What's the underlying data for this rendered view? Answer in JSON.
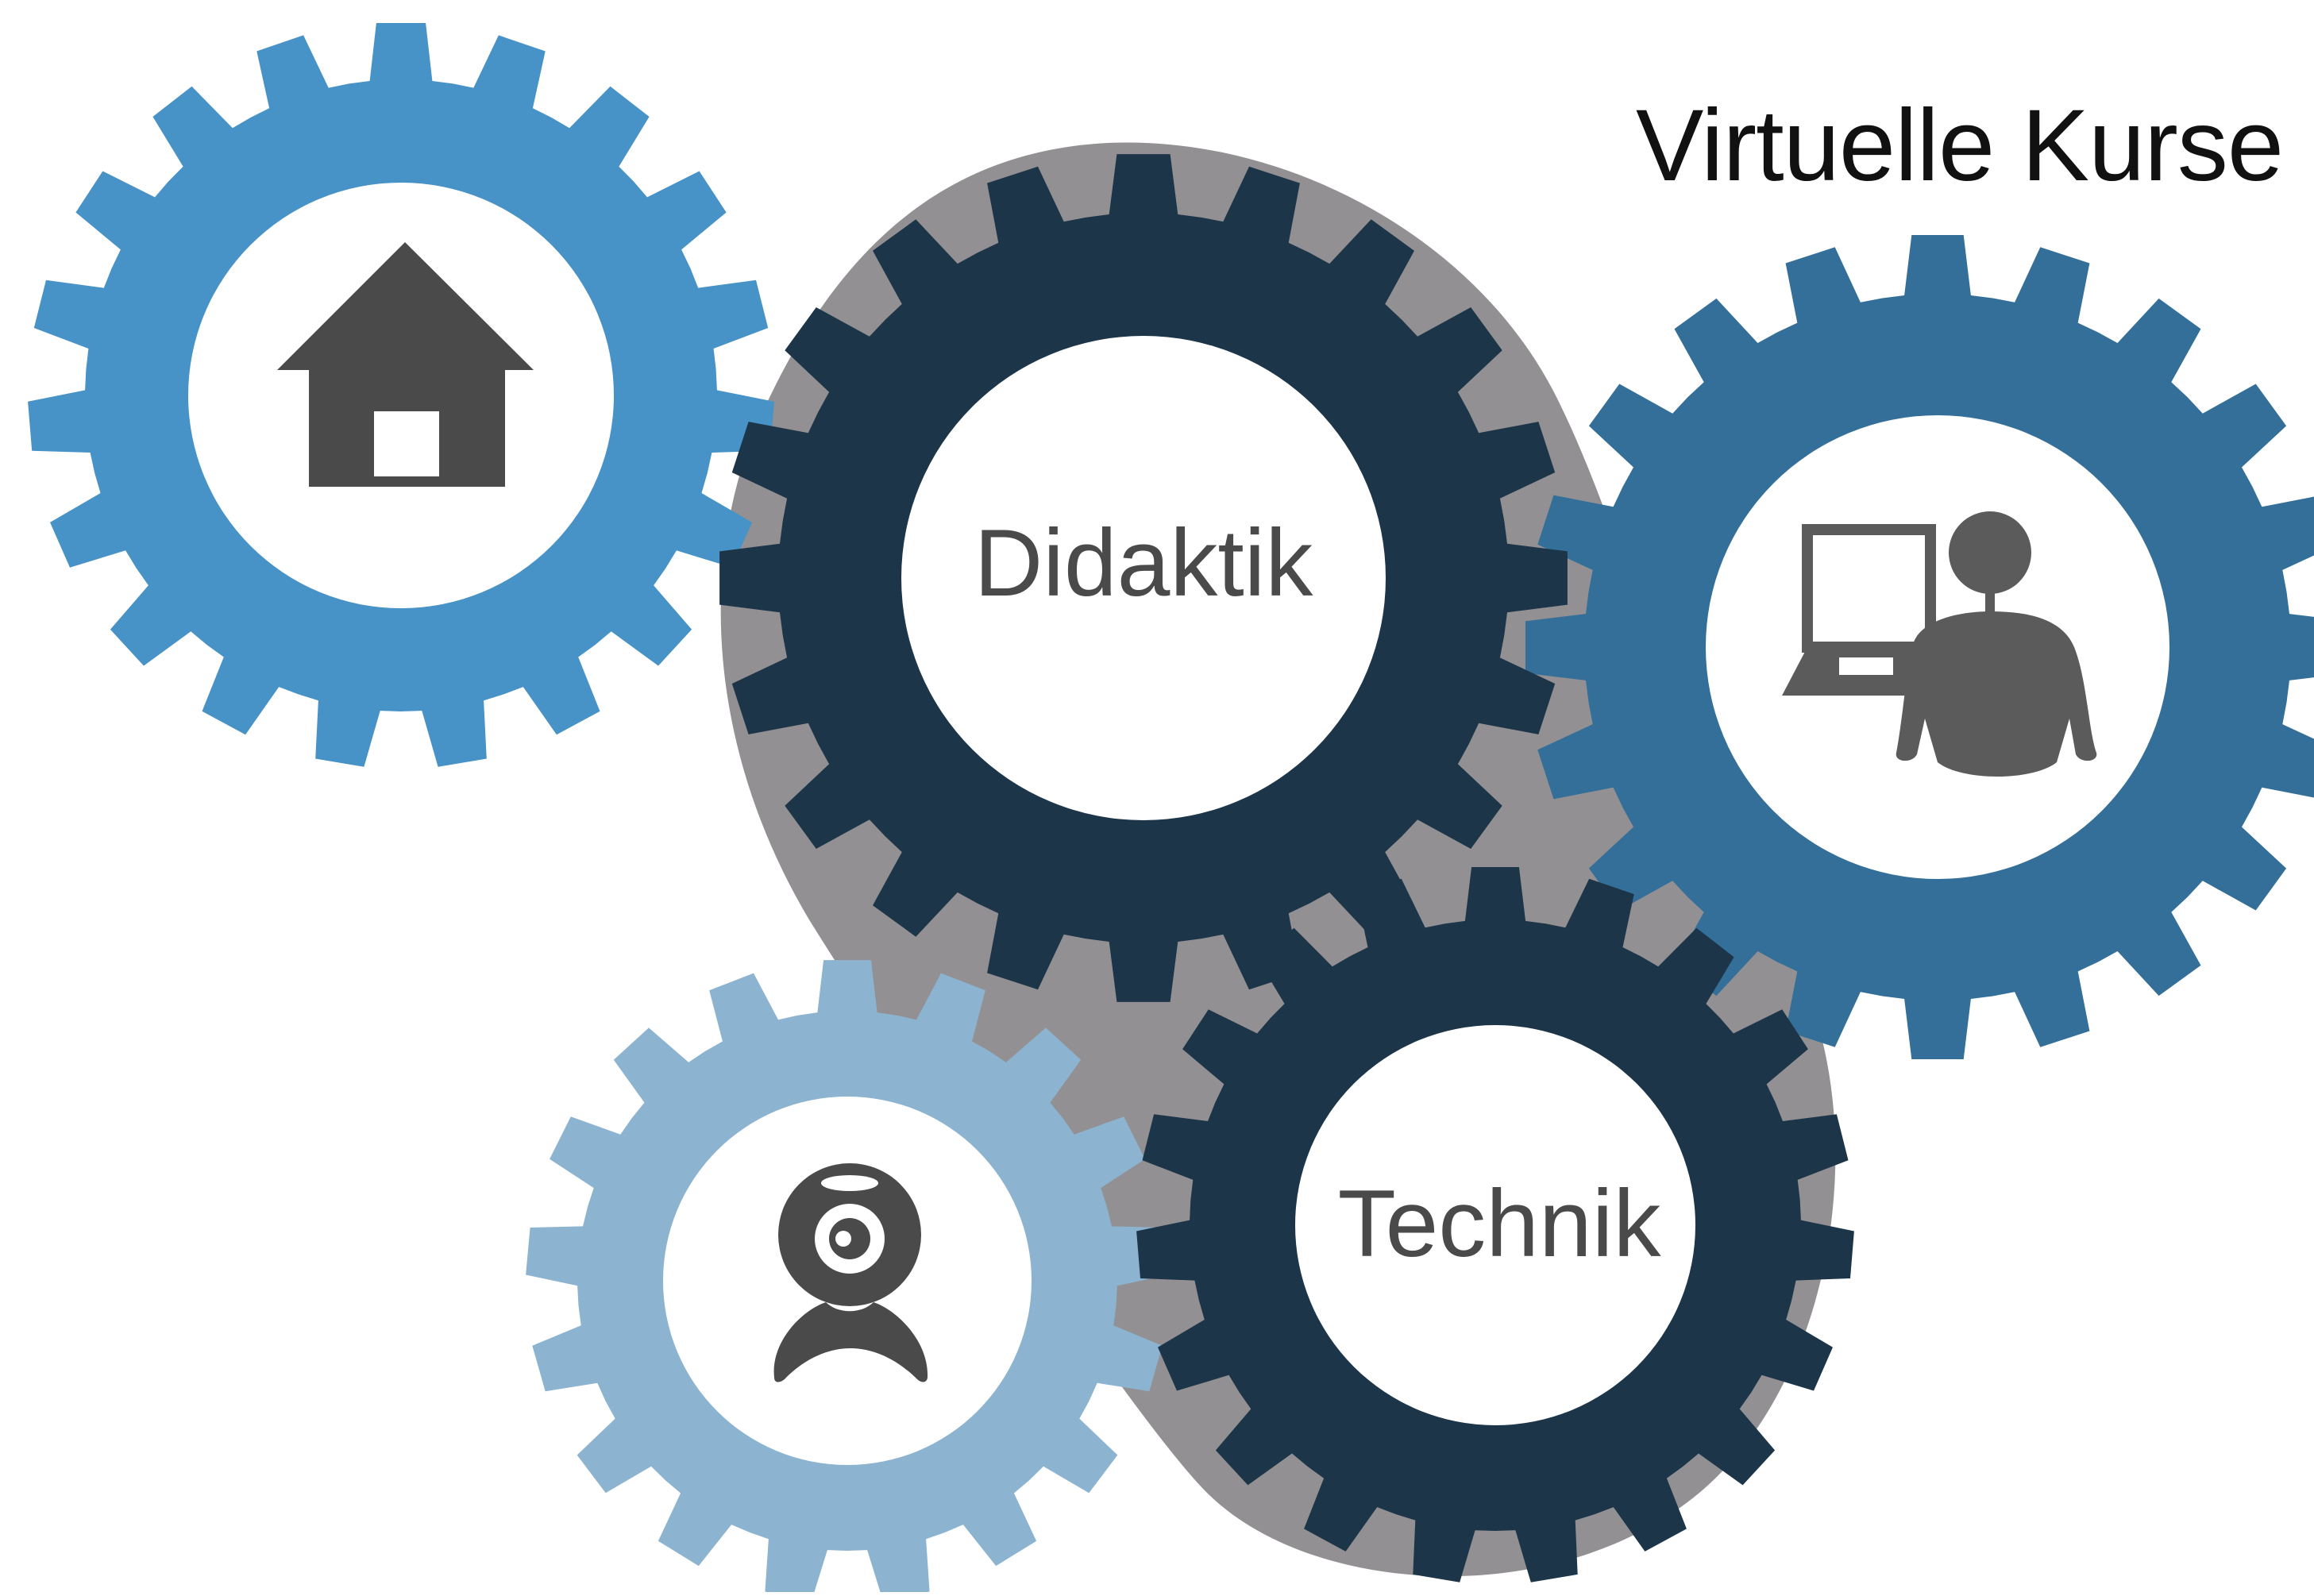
{
  "title": "Virtuelle Kurse",
  "gears": [
    {
      "id": "home",
      "label": "",
      "icon": "home-icon",
      "color": "#4792c6"
    },
    {
      "id": "didaktik",
      "label": "Didaktik",
      "icon": "",
      "color": "#1c3549"
    },
    {
      "id": "teacher",
      "label": "",
      "icon": "teacher-computer-icon",
      "color": "#336f98"
    },
    {
      "id": "webcam",
      "label": "",
      "icon": "webcam-icon",
      "color": "#8cb3cf"
    },
    {
      "id": "technik",
      "label": "Technik",
      "icon": "",
      "color": "#1c3549"
    }
  ],
  "colors": {
    "chain": "#929092",
    "icon": "#4a4a4a",
    "text": "#4a4a4a",
    "background": "#ffffff"
  }
}
